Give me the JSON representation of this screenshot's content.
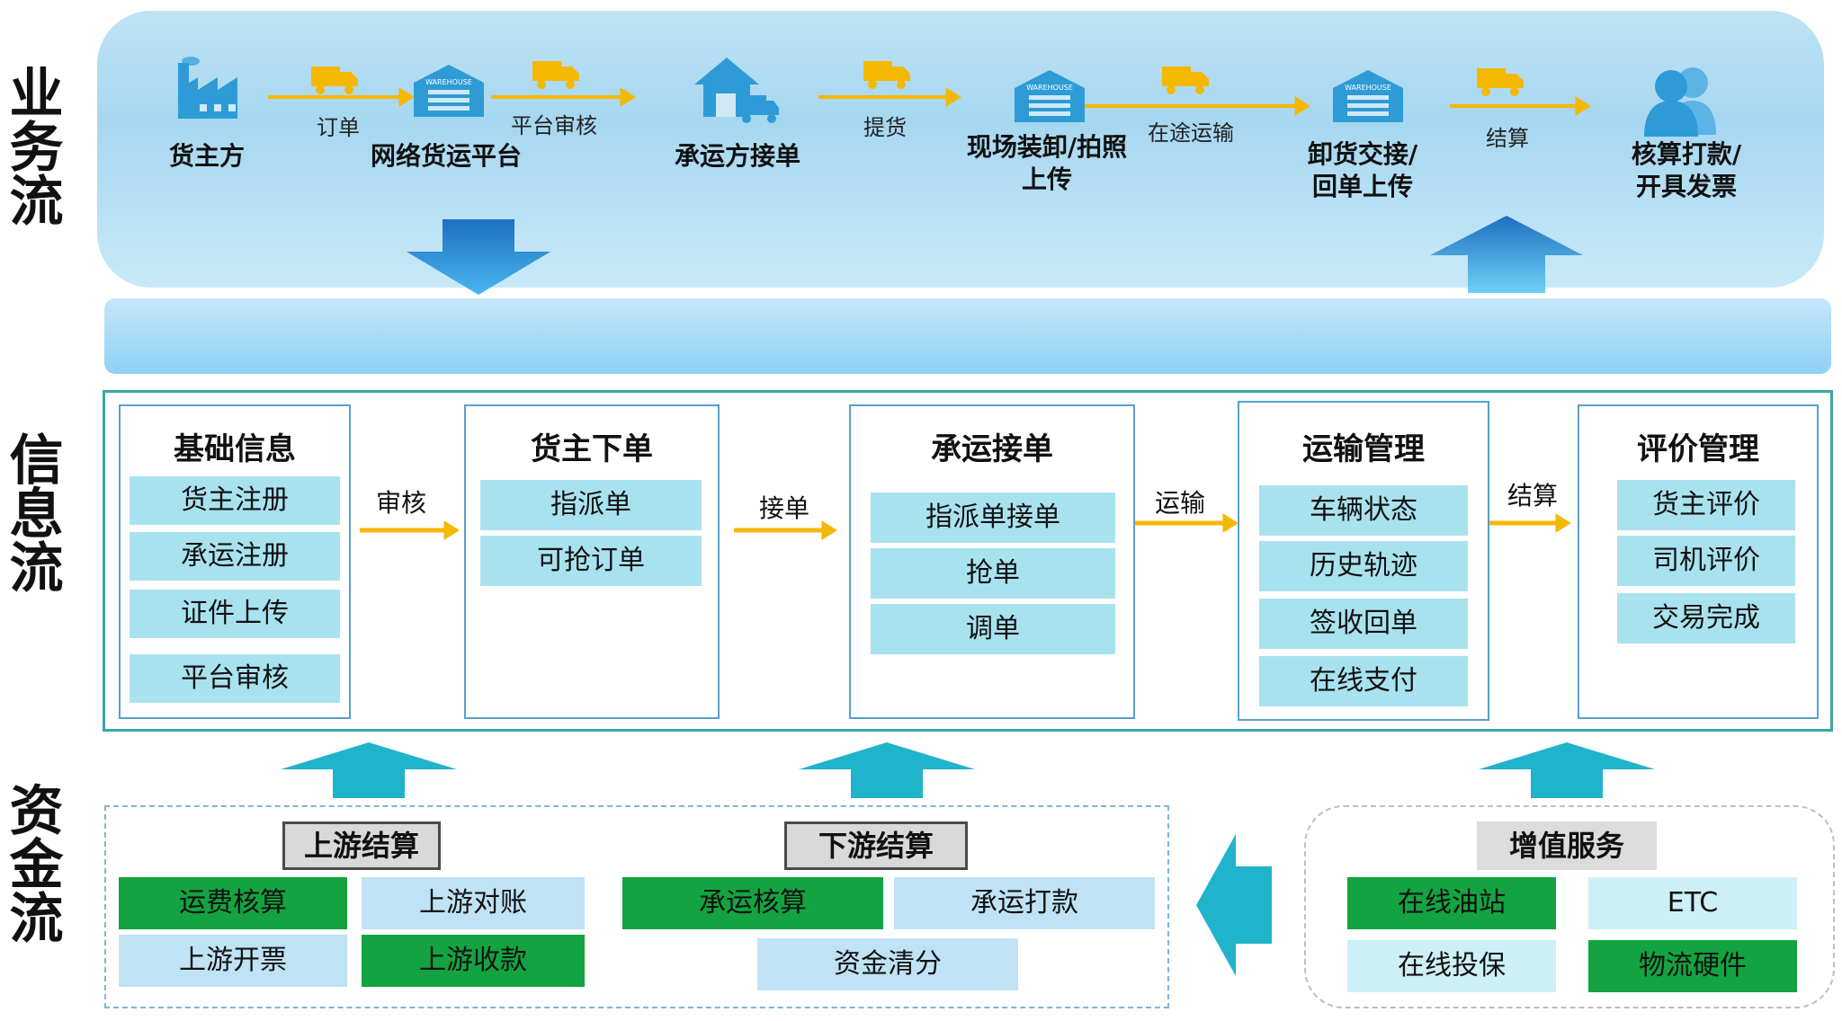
{
  "row_labels": {
    "business": "业务流",
    "info": "信息流",
    "fund": "资金流"
  },
  "business_flow": {
    "nodes": [
      {
        "label": "货主方",
        "icon": "factory-icon"
      },
      {
        "label": "网络货运平台",
        "icon": "warehouse-icon"
      },
      {
        "label": "承运方接单",
        "icon": "home-truck-icon"
      },
      {
        "label": "现场装卸/拍照\n上传",
        "icon": "warehouse-icon"
      },
      {
        "label": "卸货交接/\n回单上传",
        "icon": "warehouse-icon"
      },
      {
        "label": "核算打款/\n开具发票",
        "icon": "people-icon"
      }
    ],
    "edges": [
      "订单",
      "平台审核",
      "提货",
      "在途运输",
      "结算"
    ],
    "warehouse_sign": "WAREHOUSE"
  },
  "info_flow": {
    "modules": [
      {
        "title": "基础信息",
        "items": [
          "货主注册",
          "承运注册",
          "证件上传",
          "平台审核"
        ]
      },
      {
        "title": "货主下单",
        "items": [
          "指派单",
          "可抢订单"
        ]
      },
      {
        "title": "承运接单",
        "items": [
          "指派单接单",
          "抢单",
          "调单"
        ]
      },
      {
        "title": "运输管理",
        "items": [
          "车辆状态",
          "历史轨迹",
          "签收回单",
          "在线支付"
        ]
      },
      {
        "title": "评价管理",
        "items": [
          "货主评价",
          "司机评价",
          "交易完成"
        ]
      }
    ],
    "edges": [
      "审核",
      "接单",
      "运输",
      "结算"
    ]
  },
  "fund_flow": {
    "upstream": {
      "title": "上游结算",
      "items": [
        "运费核算",
        "上游对账",
        "上游开票",
        "上游收款"
      ]
    },
    "downstream": {
      "title": "下游结算",
      "items": [
        "承运核算",
        "承运打款",
        "资金清分"
      ]
    },
    "value_added": {
      "title": "增值服务",
      "items": [
        "在线油站",
        "ETC",
        "在线投保",
        "物流硬件"
      ]
    }
  },
  "colors": {
    "arrow_yellow": "#f5b800",
    "icon_blue": "#2e9bd6",
    "cell_cyan": "#a9e2ef",
    "green": "#13a340",
    "teal_arrow": "#1fb3cc",
    "blue_arrow": "#1f86cf"
  }
}
